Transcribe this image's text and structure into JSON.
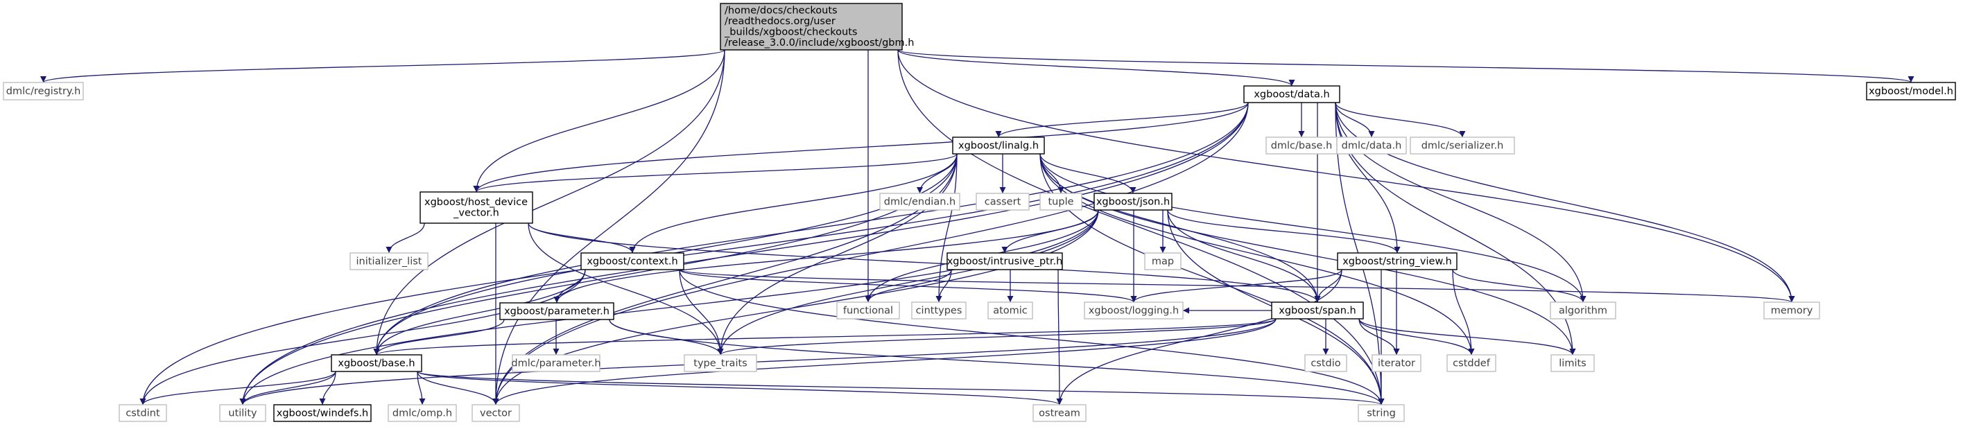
{
  "colors": {
    "edge": "#191970",
    "edge_ext": "#bfbfbf",
    "root_fill": "#bfbfbf",
    "node_border_ext": "#bfbfbf",
    "node_border": "#000000",
    "text_ext": "#404040",
    "text": "#000000"
  },
  "nodes": [
    {
      "id": "root",
      "label": [
        "/home/docs/checkouts",
        "/readthedocs.org/user",
        "_builds/xgboost/checkouts",
        "/release_3.0.0/include/xgboost/gbm.h"
      ],
      "kind": "root"
    },
    {
      "id": "registry",
      "label": [
        "dmlc/registry.h"
      ],
      "kind": "external"
    },
    {
      "id": "data",
      "label": [
        "xgboost/data.h"
      ],
      "kind": "internal"
    },
    {
      "id": "model",
      "label": [
        "xgboost/model.h"
      ],
      "kind": "internal"
    },
    {
      "id": "linalg",
      "label": [
        "xgboost/linalg.h"
      ],
      "kind": "internal"
    },
    {
      "id": "dmlcbase",
      "label": [
        "dmlc/base.h"
      ],
      "kind": "external"
    },
    {
      "id": "dmlcdata",
      "label": [
        "dmlc/data.h"
      ],
      "kind": "external"
    },
    {
      "id": "serializer",
      "label": [
        "dmlc/serializer.h"
      ],
      "kind": "external"
    },
    {
      "id": "hostdev",
      "label": [
        "xgboost/host_device",
        "_vector.h"
      ],
      "kind": "internal"
    },
    {
      "id": "endian",
      "label": [
        "dmlc/endian.h"
      ],
      "kind": "external"
    },
    {
      "id": "cassert",
      "label": [
        "cassert"
      ],
      "kind": "external"
    },
    {
      "id": "tuple",
      "label": [
        "tuple"
      ],
      "kind": "external"
    },
    {
      "id": "json",
      "label": [
        "xgboost/json.h"
      ],
      "kind": "internal"
    },
    {
      "id": "initlist",
      "label": [
        "initializer_list"
      ],
      "kind": "external"
    },
    {
      "id": "context",
      "label": [
        "xgboost/context.h"
      ],
      "kind": "internal"
    },
    {
      "id": "intrusive",
      "label": [
        "xgboost/intrusive_ptr.h"
      ],
      "kind": "internal"
    },
    {
      "id": "map",
      "label": [
        "map"
      ],
      "kind": "external"
    },
    {
      "id": "stringview",
      "label": [
        "xgboost/string_view.h"
      ],
      "kind": "internal"
    },
    {
      "id": "functional",
      "label": [
        "functional"
      ],
      "kind": "external"
    },
    {
      "id": "cinttypes",
      "label": [
        "cinttypes"
      ],
      "kind": "external"
    },
    {
      "id": "atomic",
      "label": [
        "atomic"
      ],
      "kind": "external"
    },
    {
      "id": "logging",
      "label": [
        "xgboost/logging.h"
      ],
      "kind": "external"
    },
    {
      "id": "span",
      "label": [
        "xgboost/span.h"
      ],
      "kind": "internal"
    },
    {
      "id": "algorithm",
      "label": [
        "algorithm"
      ],
      "kind": "external"
    },
    {
      "id": "memory",
      "label": [
        "memory"
      ],
      "kind": "external"
    },
    {
      "id": "parameter",
      "label": [
        "xgboost/parameter.h"
      ],
      "kind": "internal"
    },
    {
      "id": "typetraits",
      "label": [
        "type_traits"
      ],
      "kind": "external"
    },
    {
      "id": "cstdio",
      "label": [
        "cstdio"
      ],
      "kind": "external"
    },
    {
      "id": "iterator",
      "label": [
        "iterator"
      ],
      "kind": "external"
    },
    {
      "id": "cstddef",
      "label": [
        "cstddef"
      ],
      "kind": "external"
    },
    {
      "id": "limits",
      "label": [
        "limits"
      ],
      "kind": "external"
    },
    {
      "id": "base",
      "label": [
        "xgboost/base.h"
      ],
      "kind": "internal"
    },
    {
      "id": "dmlcparam",
      "label": [
        "dmlc/parameter.h"
      ],
      "kind": "external"
    },
    {
      "id": "cstdint",
      "label": [
        "cstdint"
      ],
      "kind": "external"
    },
    {
      "id": "utility",
      "label": [
        "utility"
      ],
      "kind": "external"
    },
    {
      "id": "windefs",
      "label": [
        "xgboost/windefs.h"
      ],
      "kind": "internal"
    },
    {
      "id": "omp",
      "label": [
        "dmlc/omp.h"
      ],
      "kind": "external"
    },
    {
      "id": "vector",
      "label": [
        "vector"
      ],
      "kind": "external"
    },
    {
      "id": "ostream",
      "label": [
        "ostream"
      ],
      "kind": "external"
    },
    {
      "id": "string",
      "label": [
        "string"
      ],
      "kind": "external"
    }
  ],
  "edges": [
    [
      "root",
      "registry"
    ],
    [
      "root",
      "data"
    ],
    [
      "root",
      "model"
    ],
    [
      "root",
      "base"
    ],
    [
      "root",
      "hostdev"
    ],
    [
      "root",
      "functional"
    ],
    [
      "root",
      "vector"
    ],
    [
      "root",
      "memory"
    ],
    [
      "root",
      "string"
    ],
    [
      "data",
      "linalg"
    ],
    [
      "data",
      "dmlcbase"
    ],
    [
      "data",
      "dmlcdata"
    ],
    [
      "data",
      "serializer"
    ],
    [
      "data",
      "hostdev"
    ],
    [
      "data",
      "span"
    ],
    [
      "data",
      "stringview"
    ],
    [
      "data",
      "algorithm"
    ],
    [
      "data",
      "cstdint"
    ],
    [
      "data",
      "limits"
    ],
    [
      "data",
      "memory"
    ],
    [
      "data",
      "string"
    ],
    [
      "data",
      "utility"
    ],
    [
      "data",
      "vector"
    ],
    [
      "data",
      "base"
    ],
    [
      "linalg",
      "hostdev"
    ],
    [
      "linalg",
      "endian"
    ],
    [
      "linalg",
      "cassert"
    ],
    [
      "linalg",
      "tuple"
    ],
    [
      "linalg",
      "json"
    ],
    [
      "linalg",
      "context"
    ],
    [
      "linalg",
      "span"
    ],
    [
      "linalg",
      "base"
    ],
    [
      "linalg",
      "algorithm"
    ],
    [
      "linalg",
      "cinttypes"
    ],
    [
      "linalg",
      "cstddef"
    ],
    [
      "linalg",
      "limits"
    ],
    [
      "linalg",
      "string"
    ],
    [
      "linalg",
      "typetraits"
    ],
    [
      "linalg",
      "utility"
    ],
    [
      "linalg",
      "vector"
    ],
    [
      "hostdev",
      "initlist"
    ],
    [
      "hostdev",
      "context"
    ],
    [
      "hostdev",
      "span"
    ],
    [
      "hostdev",
      "typetraits"
    ],
    [
      "hostdev",
      "vector"
    ],
    [
      "json",
      "intrusive"
    ],
    [
      "json",
      "stringview"
    ],
    [
      "json",
      "map"
    ],
    [
      "json",
      "logging"
    ],
    [
      "json",
      "span"
    ],
    [
      "json",
      "parameter"
    ],
    [
      "json",
      "functional"
    ],
    [
      "json",
      "string"
    ],
    [
      "json",
      "typetraits"
    ],
    [
      "json",
      "utility"
    ],
    [
      "json",
      "vector"
    ],
    [
      "context",
      "logging"
    ],
    [
      "context",
      "parameter"
    ],
    [
      "context",
      "base"
    ],
    [
      "context",
      "cstdint"
    ],
    [
      "context",
      "memory"
    ],
    [
      "context",
      "string"
    ],
    [
      "context",
      "typetraits"
    ],
    [
      "intrusive",
      "atomic"
    ],
    [
      "intrusive",
      "cinttypes"
    ],
    [
      "intrusive",
      "functional"
    ],
    [
      "intrusive",
      "ostream"
    ],
    [
      "stringview",
      "logging"
    ],
    [
      "stringview",
      "span"
    ],
    [
      "stringview",
      "algorithm"
    ],
    [
      "stringview",
      "iterator"
    ],
    [
      "stringview",
      "cstddef"
    ],
    [
      "stringview",
      "ostream"
    ],
    [
      "stringview",
      "string"
    ],
    [
      "span",
      "base"
    ],
    [
      "span",
      "logging"
    ],
    [
      "span",
      "cstdio"
    ],
    [
      "span",
      "iterator"
    ],
    [
      "span",
      "cstddef"
    ],
    [
      "span",
      "limits"
    ],
    [
      "span",
      "typetraits"
    ],
    [
      "span",
      "utility"
    ],
    [
      "span",
      "vector"
    ],
    [
      "parameter",
      "base"
    ],
    [
      "parameter",
      "dmlcparam"
    ],
    [
      "parameter",
      "typetraits"
    ],
    [
      "parameter",
      "string"
    ],
    [
      "base",
      "windefs"
    ],
    [
      "base",
      "omp"
    ],
    [
      "base",
      "cstdint"
    ],
    [
      "base",
      "utility"
    ],
    [
      "base",
      "vector"
    ],
    [
      "base",
      "ostream"
    ],
    [
      "base",
      "string"
    ]
  ]
}
